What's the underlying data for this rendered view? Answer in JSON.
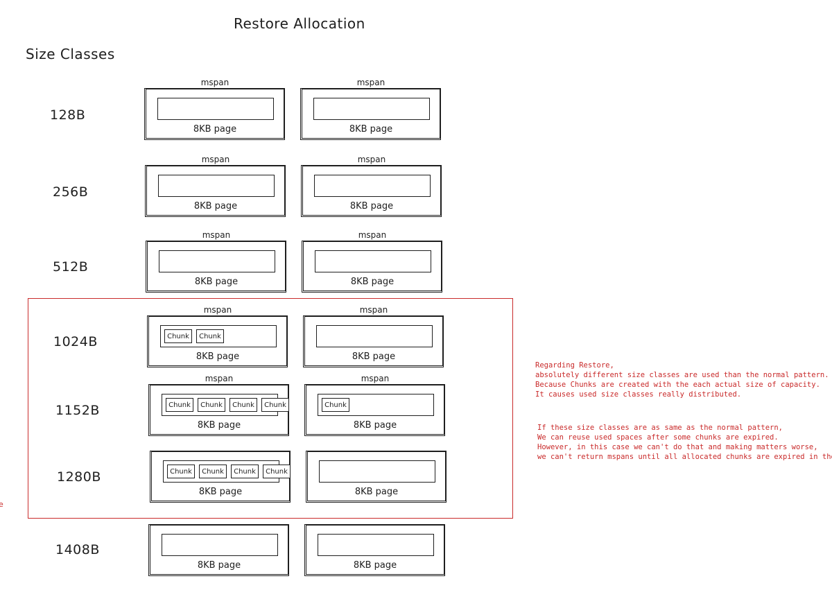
{
  "title": "Restore Allocation",
  "subtitle": "Size Classes",
  "mspan_label": "mspan",
  "page_label": "8KB page",
  "chunk_label": "Chunk",
  "edge_fragment": "e",
  "colors": {
    "ink": "#1e1e1e",
    "highlight": "#c92a2a"
  },
  "rows": [
    {
      "size": "128B",
      "left_label": "mspan",
      "right_label": "mspan",
      "left_chunks": 0,
      "right_chunks": 0
    },
    {
      "size": "256B",
      "left_label": "mspan",
      "right_label": "mspan",
      "left_chunks": 0,
      "right_chunks": 0
    },
    {
      "size": "512B",
      "left_label": "mspan",
      "right_label": "mspan",
      "left_chunks": 0,
      "right_chunks": 0
    },
    {
      "size": "1024B",
      "left_label": "mspan",
      "right_label": "mspan",
      "left_chunks": 2,
      "right_chunks": 0
    },
    {
      "size": "1152B",
      "left_label": "mspan",
      "right_label": "mspan",
      "left_chunks": 4,
      "right_chunks": 1
    },
    {
      "size": "1280B",
      "left_label": "",
      "right_label": "",
      "left_chunks": 4,
      "right_chunks": 0
    },
    {
      "size": "1408B",
      "left_label": "",
      "right_label": "",
      "left_chunks": 0,
      "right_chunks": 0
    }
  ],
  "notes": {
    "note1": [
      "Regarding Restore,",
      "absolutely different size classes are used than the normal pattern.",
      "Because Chunks are created with the each actual size of capacity.",
      "It causes used size classes really distributed."
    ],
    "note2": [
      "If these size classes are as same as the normal pattern,",
      "We can reuse used spaces after some chunks are expired.",
      "However, in this case we can't do that and making matters worse,",
      "we can't return mspans until all allocated chunks are expired in the mspans."
    ]
  }
}
